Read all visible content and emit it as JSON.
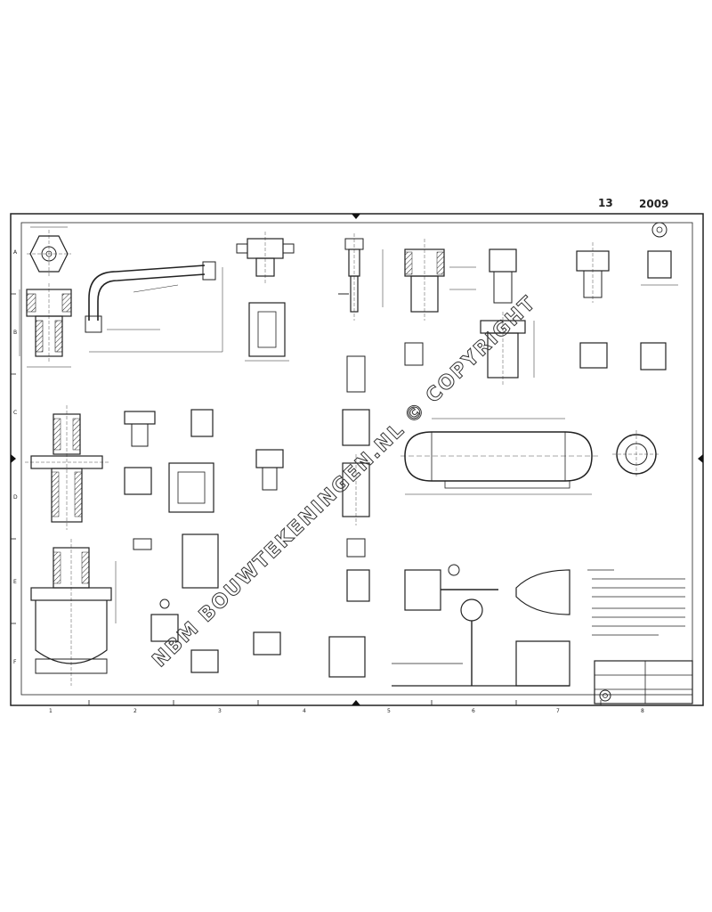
{
  "header": {
    "sheet_mark": "13",
    "sheet_number": "2009"
  },
  "watermark": {
    "text": "NBM BOUWTEKENINGEN.NL © COPYRIGHT"
  },
  "border": {
    "column_marks": [
      "1",
      "2",
      "3",
      "4",
      "5",
      "6",
      "7",
      "8"
    ],
    "row_marks": [
      "A",
      "B",
      "C",
      "D",
      "E",
      "F"
    ]
  },
  "icons": [
    "hex-nut-icon",
    "company-logo-icon"
  ]
}
